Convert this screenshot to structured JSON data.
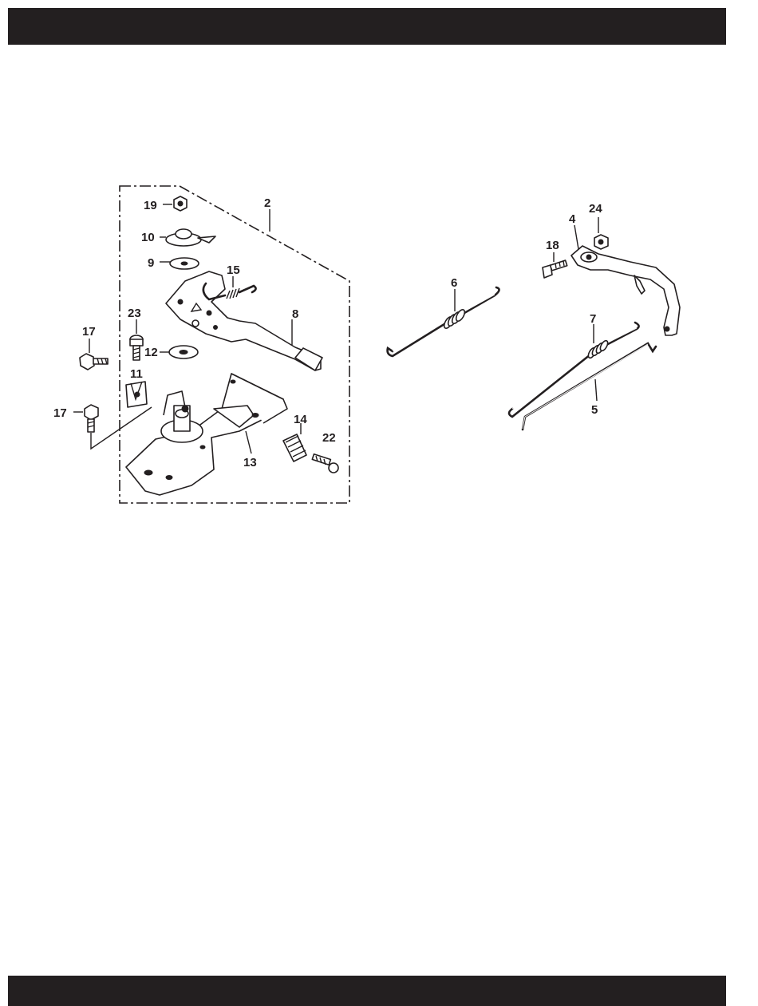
{
  "header": {
    "color": "#231f20"
  },
  "footer": {
    "color": "#231f20"
  },
  "callouts": {
    "p2": "2",
    "p4": "4",
    "p5": "5",
    "p6": "6",
    "p7": "7",
    "p8": "8",
    "p9": "9",
    "p10": "10",
    "p11": "11",
    "p12": "12",
    "p13": "13",
    "p14": "14",
    "p15": "15",
    "p17a": "17",
    "p17b": "17",
    "p18": "18",
    "p19": "19",
    "p22": "22",
    "p23": "23",
    "p24": "24"
  }
}
